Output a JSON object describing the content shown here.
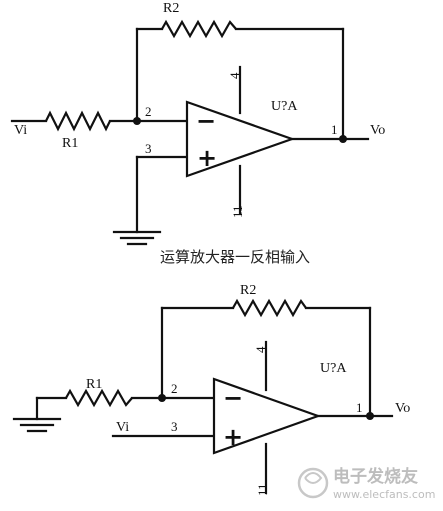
{
  "diagram_1": {
    "caption": "运算放大器一反相输入",
    "labels": {
      "input": "Vi",
      "r1": "R1",
      "r2": "R2",
      "output": "Vo",
      "chip": "U?A"
    },
    "pins": {
      "inv": "2",
      "noninv": "3",
      "out": "1",
      "vplus": "4",
      "vminus": "11"
    },
    "signs": {
      "minus": "−",
      "plus": "+"
    }
  },
  "diagram_2": {
    "labels": {
      "input": "Vi",
      "r1": "R1",
      "r2": "R2",
      "output": "Vo",
      "chip": "U?A"
    },
    "pins": {
      "inv": "2",
      "noninv": "3",
      "out": "1",
      "vplus": "4",
      "vminus": "11"
    },
    "signs": {
      "minus": "−",
      "plus": "+"
    }
  },
  "watermark": {
    "text": "电子发烧友",
    "url": "www.elecfans.com"
  }
}
